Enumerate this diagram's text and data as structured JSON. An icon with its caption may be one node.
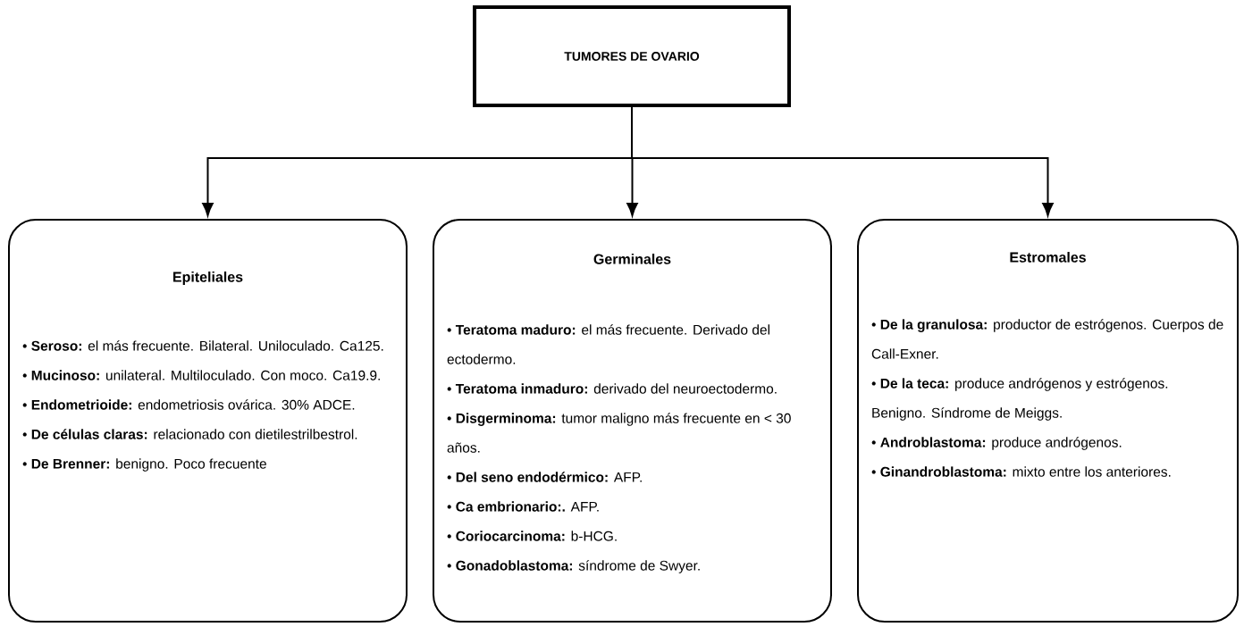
{
  "diagram": {
    "nodes": [
      {
        "text": [
          "TUMORES DE OVARIO"
        ]
      },
      {
        "text": [
          "Epiteliales",
          "• **Seroso:** el más frecuente. Bilateral. Uniloculado. Ca125.",
          "• **Mucinoso:** unilateral. Multiloculado. Con moco. Ca19.9.",
          "• **Endometrioide:** endometriosis ovárica. 30% ADCE.",
          "• **De células claras:** relacionado con dietilestrilbestrol.",
          "• **De Brenner:** benigno. Poco frecuente"
        ]
      },
      {
        "text": [
          "Germinales",
          "• **Teratoma maduro:** el más frecuente. Derivado del ectodermo.",
          "• **Teratoma inmaduro:** derivado del neuroectodermo.",
          "• **Disgerminoma:** tumor maligno más frecuente en < 30 años.",
          "• **Del seno endodérmico:** AFP.",
          "• **Ca embrionario:.** AFP.",
          "• **Coriocarcinoma:** b-HCG.",
          "• **Gonadoblastoma:** síndrome de Swyer."
        ]
      },
      {
        "text": [
          "Estromales",
          "• **De la granulosa:** productor de estrógenos. Cuerpos de Call-Exner.",
          "• **De la teca:** produce andrógenos y estrógenos. Benigno. Síndrome de Meiggs.",
          "• **Androblastoma:** produce andrógenos.",
          "• **Ginandroblastoma:** mixto entre los anteriores."
        ]
      }
    ],
    "edges": [
      {
        "from": 0,
        "to": 1,
        "arrow": "to"
      },
      {
        "from": 0,
        "to": 2,
        "arrow": "to"
      },
      {
        "from": 0,
        "to": 3,
        "arrow": "to"
      }
    ]
  }
}
